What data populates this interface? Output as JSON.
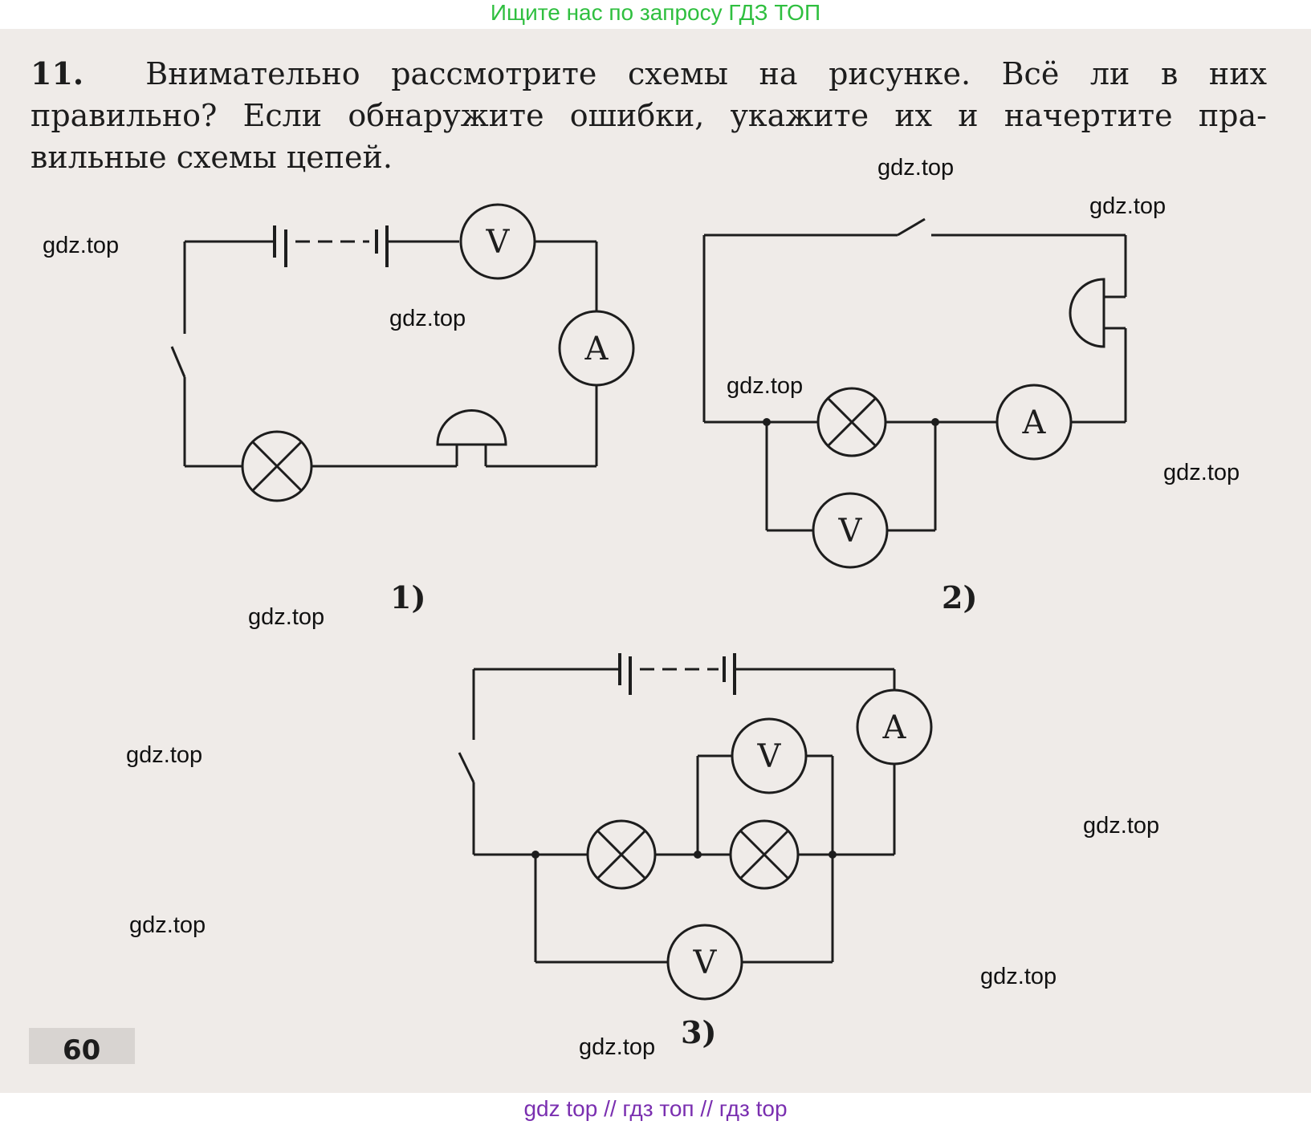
{
  "banner_top": "Ищите нас по запросу ГДЗ ТОП",
  "task": {
    "number": "11.",
    "lines": [
      "Внимательно рассмотрите схемы на рисунке. Всё ли в них",
      "правильно? Если обнаружите ошибки, укажите их и начертите пра-",
      "вильные схемы цепей."
    ]
  },
  "figures": {
    "labels": [
      "1)",
      "2)",
      "3)"
    ],
    "voltmeter_symbol": "V",
    "ammeter_symbol": "A"
  },
  "watermark": "gdz.top",
  "page_number": "60",
  "banner_bottom": "gdz top  //  гдз топ  //  гдз top",
  "colors": {
    "banner_top": "#2fbf3f",
    "banner_bottom": "#7a2fb0",
    "page_background": "#efebe8",
    "ink": "#1d1d1d"
  }
}
